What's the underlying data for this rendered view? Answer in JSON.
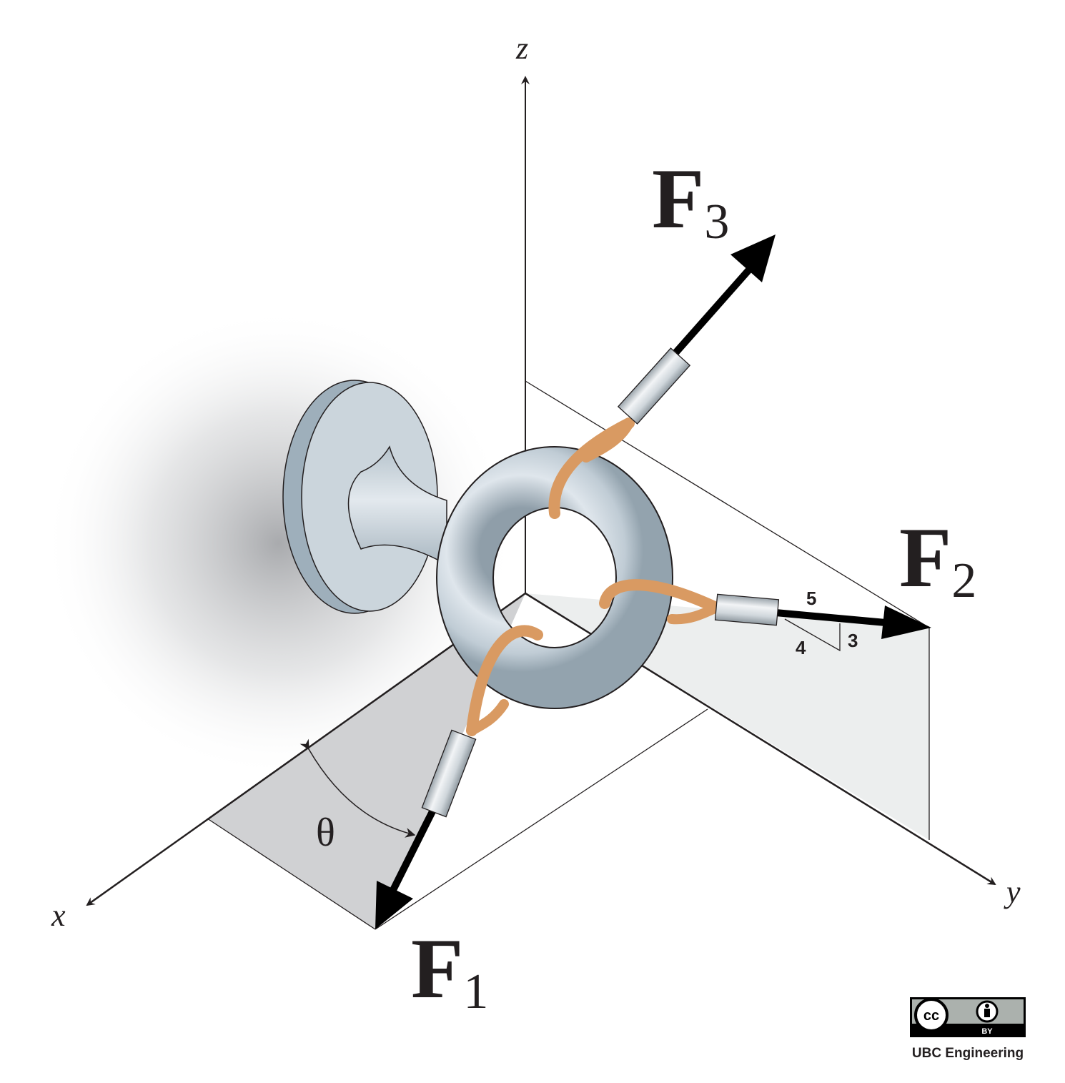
{
  "axes": {
    "x_label": "x",
    "y_label": "y",
    "z_label": "z"
  },
  "forces": {
    "f1": {
      "letter": "F",
      "subscript": "1"
    },
    "f2": {
      "letter": "F",
      "subscript": "2"
    },
    "f3": {
      "letter": "F",
      "subscript": "3"
    }
  },
  "angle_label": "θ",
  "slope_triangle": {
    "hyp": "5",
    "base": "4",
    "rise": "3"
  },
  "license": {
    "credit": "UBC Engineering",
    "badge_by": "BY",
    "badge_cc": "cc"
  },
  "colors": {
    "ring": "#c3ced8",
    "rope": "#d99a62",
    "sleeve": "#d4dadf",
    "xy_plane": "#d0d1d3",
    "vertical_plane": "#eceeee"
  }
}
